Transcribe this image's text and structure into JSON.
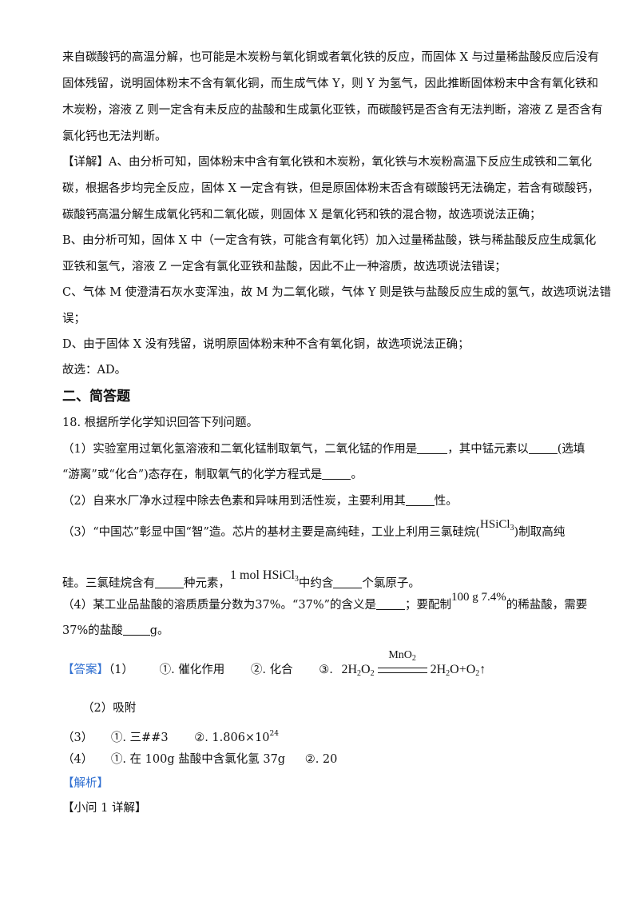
{
  "analysis_lines": [
    "来自碳酸钙的高温分解，也可能是木炭粉与氧化铜或者氧化铁的反应，而固体 X 与过量稀盐酸反应后没有",
    "固体残留，说明固体粉末不含有氧化铜，而生成气体 Y，则 Y 为氢气，因此推断固体粉末中含有氧化铁和",
    "木炭粉，溶液 Z 则一定含有未反应的盐酸和生成氯化亚铁，而碳酸钙是否含有无法判断，溶液 Z 是否含有",
    "氯化钙也无法判断。"
  ],
  "detail_label": "【详解】",
  "detail_lines": [
    "A、由分析可知，固体粉末中含有氧化铁和木炭粉，氧化铁与木炭粉高温下反应生成铁和二氧化",
    "碳，根据各步均完全反应，固体 X 一定含有铁，但是原固体粉末否含有碳酸钙无法确定，若含有碳酸钙，",
    "碳酸钙高温分解生成氧化钙和二氧化碳，则固体 X 是氧化钙和铁的混合物，故选项说法正确；",
    "B、由分析可知，固体 X 中（一定含有铁，可能含有氧化钙）加入过量稀盐酸，铁与稀盐酸反应生成氯化",
    "亚铁和氢气，溶液 Z 一定含有氯化亚铁和盐酸，因此不止一种溶质，故选项说法错误；",
    "C、气体 M 使澄清石灰水变浑浊，故 M 为二氧化碳，气体 Y 则是铁与盐酸反应生成的氢气，故选项说法错",
    "误；",
    "D、由于固体 X 没有残留，说明原固体粉末种不含有氧化铜，故选项说法正确；",
    "故选：AD。"
  ],
  "section_title": "二、简答题",
  "q18": {
    "stem": "18. 根据所学化学知识回答下列问题。",
    "p1_a": "（1）实验室用过氧化氢溶液和二氧化锰制取氧气，二氧化锰的作用是",
    "p1_b": "，其中锰元素以",
    "p1_c": "(选填",
    "p1_d": "“游离”或“化合”)态存在，制取氧气的化学方程式是",
    "p1_e": "。",
    "p2_a": "（2）自来水厂净水过程中除去色素和异味用到活性炭，主要利用其",
    "p2_b": "性。",
    "p3_a": "（3）“中国芯”彰显中国“智”造。芯片的基材主要是高纯硅，工业上利用三氯硅烷(",
    "p3_f1": "HSiCl",
    "p3_f1_sub": "3",
    "p3_b": ")制取高纯",
    "p3_c": "硅。三氯硅烷含有",
    "p3_d": "种元素，",
    "p3_f2": "1 mol HSiCl",
    "p3_f2_sub": "3",
    "p3_e": "中约含",
    "p3_g": "个氯原子。",
    "p4_a": "（4）某工业品盐酸的溶质质量分数为37%。“37%”的含义是",
    "p4_b": "；要配制",
    "p4_f": "100 g 7.4%",
    "p4_c": "的稀盐酸，需要",
    "p4_d": "37%的盐酸",
    "p4_e": "g。"
  },
  "answer": {
    "label": "【答案】",
    "a1_num": "（1）",
    "a1_1": "①. 催化作用",
    "a1_2": "②. 化合",
    "a1_3": "③.",
    "eq": {
      "left_a": "2H",
      "left_s1": "2",
      "left_b": "O",
      "left_s2": "2",
      "cond_a": "MnO",
      "cond_s": "2",
      "right_a": "2H",
      "right_s1": "2",
      "right_b": "O+O",
      "right_s2": "2",
      "arrow": "↑"
    },
    "a2": "（2）吸附",
    "a3_num": "（3）",
    "a3_1": "①. 三##3",
    "a3_2_a": "②. 1.806×10",
    "a3_2_sup": "24",
    "a4_num": "（4）",
    "a4_1": "①. 在 100g 盐酸中含氯化氢 37g",
    "a4_2": "②. 20"
  },
  "analysis_label": "【解析】",
  "subq_label": "【小问 1 详解】",
  "colors": {
    "label_blue": "#2f6fd1",
    "text": "#111111"
  }
}
